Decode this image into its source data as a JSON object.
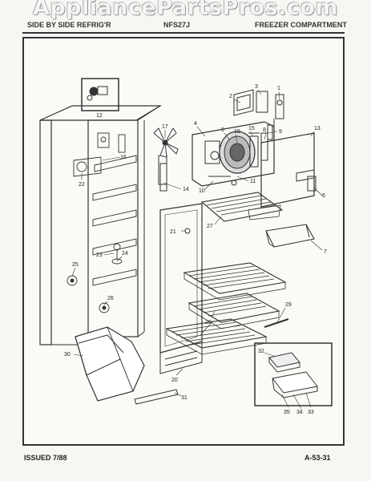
{
  "watermark": "AppliancePartsPros.com",
  "header": {
    "left": "SIDE BY SIDE REFRIG'R",
    "model": "NFS27J",
    "section": "FREEZER COMPARTMENT"
  },
  "footer": {
    "issued": "ISSUED 7/88",
    "page_code": "A-53-31"
  },
  "callouts": [
    "1",
    "2",
    "3",
    "4",
    "5",
    "6",
    "7",
    "8",
    "9",
    "10",
    "11",
    "12",
    "13",
    "14",
    "15",
    "16",
    "17",
    "19",
    "20",
    "21",
    "22",
    "23",
    "24",
    "25",
    "26",
    "27",
    "28",
    "29",
    "30",
    "31",
    "32",
    "33",
    "34",
    "35"
  ],
  "colors": {
    "line": "#333333",
    "paper": "#fbfaf6"
  }
}
